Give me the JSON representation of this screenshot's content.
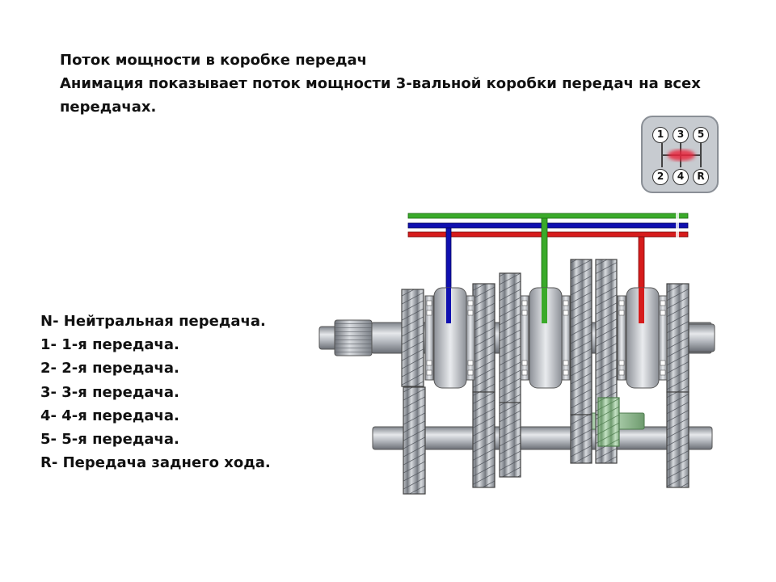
{
  "header": {
    "title": "Поток мощности в коробке передач",
    "subtitle": "Анимация показывает поток мощности 3-вальной коробки передач на всех передачах."
  },
  "legend": [
    "N- Нейтральная передача.",
    "1- 1-я передача.",
    "2- 2-я передача.",
    "3- 3-я передача.",
    "4- 4-я передача.",
    "5- 5-я передача.",
    "R- Передача заднего хода."
  ],
  "shifter": {
    "top": [
      "1",
      "3",
      "5"
    ],
    "bottom": [
      "2",
      "4",
      "R"
    ],
    "state": "neutral",
    "highlight_color": "#e8283c"
  },
  "colors": {
    "rail_green": "#3aaa2a",
    "rail_blue": "#1010b0",
    "rail_red": "#d61c1c",
    "steel": "#a7acb3",
    "steel_dark": "#5d6168",
    "idler": "#8fbf8f"
  }
}
